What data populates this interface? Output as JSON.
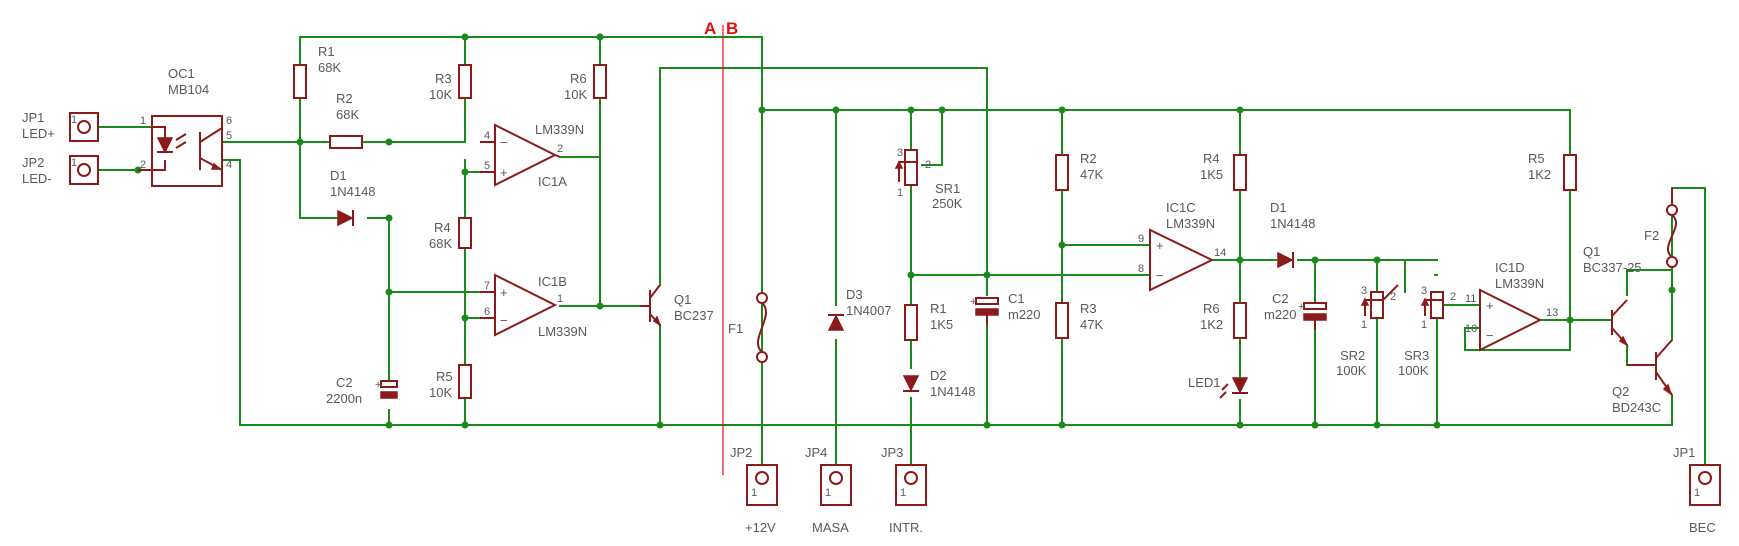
{
  "section_markers": {
    "left": "A",
    "right": "B"
  },
  "connectors": {
    "jp1_in": {
      "ref": "JP1",
      "label": "LED+",
      "pin": "1"
    },
    "jp2_in": {
      "ref": "JP2",
      "label": "LED-",
      "pin": "1"
    },
    "jp2_out": {
      "ref": "JP2",
      "label": "+12V",
      "pin": "1"
    },
    "jp4": {
      "ref": "JP4",
      "label": "MASA",
      "pin": "1"
    },
    "jp3": {
      "ref": "JP3",
      "label": "INTR.",
      "pin": "1"
    },
    "jp1_out": {
      "ref": "JP1",
      "label": "BEC",
      "pin": "1"
    }
  },
  "section_a": {
    "oc1": {
      "ref": "OC1",
      "value": "MB104",
      "pins": [
        "1",
        "2",
        "6",
        "5",
        "4"
      ]
    },
    "r1": {
      "ref": "R1",
      "value": "68K"
    },
    "r2": {
      "ref": "R2",
      "value": "68K"
    },
    "r3": {
      "ref": "R3",
      "value": "10K"
    },
    "r4": {
      "ref": "R4",
      "value": "68K"
    },
    "r5": {
      "ref": "R5",
      "value": "10K"
    },
    "r6": {
      "ref": "R6",
      "value": "10K"
    },
    "d1": {
      "ref": "D1",
      "value": "1N4148"
    },
    "c2": {
      "ref": "C2",
      "value": "2200n"
    },
    "ic1a": {
      "ref": "IC1A",
      "value": "LM339N",
      "pins": [
        "4",
        "5",
        "2"
      ]
    },
    "ic1b": {
      "ref": "IC1B",
      "value": "LM339N",
      "pins": [
        "7",
        "6",
        "1"
      ]
    },
    "q1": {
      "ref": "Q1",
      "value": "BC237"
    },
    "f1": {
      "ref": "F1"
    }
  },
  "section_b": {
    "d3": {
      "ref": "D3",
      "value": "1N4007"
    },
    "sr1": {
      "ref": "SR1",
      "value": "250K",
      "pins": [
        "3",
        "1",
        "2"
      ]
    },
    "r1": {
      "ref": "R1",
      "value": "1K5"
    },
    "d2": {
      "ref": "D2",
      "value": "1N4148"
    },
    "c1": {
      "ref": "C1",
      "value": "m220"
    },
    "r2": {
      "ref": "R2",
      "value": "47K"
    },
    "r3": {
      "ref": "R3",
      "value": "47K"
    },
    "ic1c": {
      "ref": "IC1C",
      "value": "LM339N",
      "pins": [
        "9",
        "8",
        "14"
      ]
    },
    "r4": {
      "ref": "R4",
      "value": "1K5"
    },
    "r6": {
      "ref": "R6",
      "value": "1K2"
    },
    "led1": {
      "ref": "LED1"
    },
    "d1": {
      "ref": "D1",
      "value": "1N4148"
    },
    "c2": {
      "ref": "C2",
      "value": "m220"
    },
    "sr2": {
      "ref": "SR2",
      "value": "100K",
      "pins": [
        "3",
        "1",
        "2"
      ]
    },
    "sr3": {
      "ref": "SR3",
      "value": "100K",
      "pins": [
        "3",
        "1",
        "2"
      ]
    },
    "ic1d": {
      "ref": "IC1D",
      "value": "LM339N",
      "pins": [
        "11",
        "10",
        "13"
      ]
    },
    "r5": {
      "ref": "R5",
      "value": "1K2"
    },
    "q1": {
      "ref": "Q1",
      "value": "BC337-25"
    },
    "q2": {
      "ref": "Q2",
      "value": "BD243C"
    },
    "f2": {
      "ref": "F2"
    }
  },
  "colors": {
    "wire": "#1a8a1a",
    "part": "#8b1a1a",
    "label": "#5a5a5a",
    "marker": "#e01010"
  }
}
